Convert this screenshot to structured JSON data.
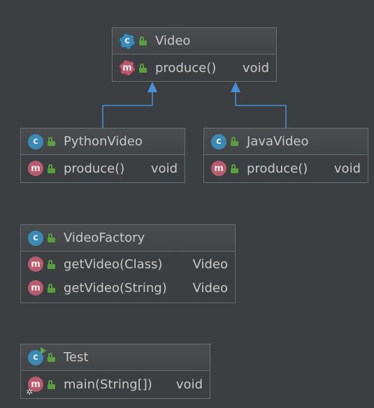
{
  "classes": {
    "video": {
      "name": "Video",
      "kind_glyph": "c",
      "methods": [
        {
          "kind_glyph": "m",
          "name": "produce()",
          "type": "void"
        }
      ]
    },
    "python_video": {
      "name": "PythonVideo",
      "kind_glyph": "c",
      "methods": [
        {
          "kind_glyph": "m",
          "name": "produce()",
          "type": "void"
        }
      ]
    },
    "java_video": {
      "name": "JavaVideo",
      "kind_glyph": "c",
      "methods": [
        {
          "kind_glyph": "m",
          "name": "produce()",
          "type": "void"
        }
      ]
    },
    "video_factory": {
      "name": "VideoFactory",
      "kind_glyph": "c",
      "methods": [
        {
          "kind_glyph": "m",
          "name": "getVideo(Class)",
          "type": "Video"
        },
        {
          "kind_glyph": "m",
          "name": "getVideo(String)",
          "type": "Video"
        }
      ]
    },
    "test": {
      "name": "Test",
      "kind_glyph": "c",
      "methods": [
        {
          "kind_glyph": "m",
          "name": "main(String[])",
          "type": "void"
        }
      ]
    }
  },
  "relations": [
    {
      "from": "PythonVideo",
      "to": "Video",
      "type": "inheritance"
    },
    {
      "from": "JavaVideo",
      "to": "Video",
      "type": "inheritance"
    }
  ],
  "colors": {
    "background": "#3c3f41",
    "border": "#6b6b6b",
    "class_icon": "#3b8ab6",
    "method_icon": "#b95b6f",
    "visibility_icon": "#5a9e3d",
    "arrow": "#4a90d9"
  },
  "icons": {
    "class": "class-icon",
    "abstract_class": "abstract-class-icon",
    "method": "method-icon",
    "visibility": "public-lock-icon",
    "run": "run-marker-icon",
    "settings": "gear-icon"
  }
}
